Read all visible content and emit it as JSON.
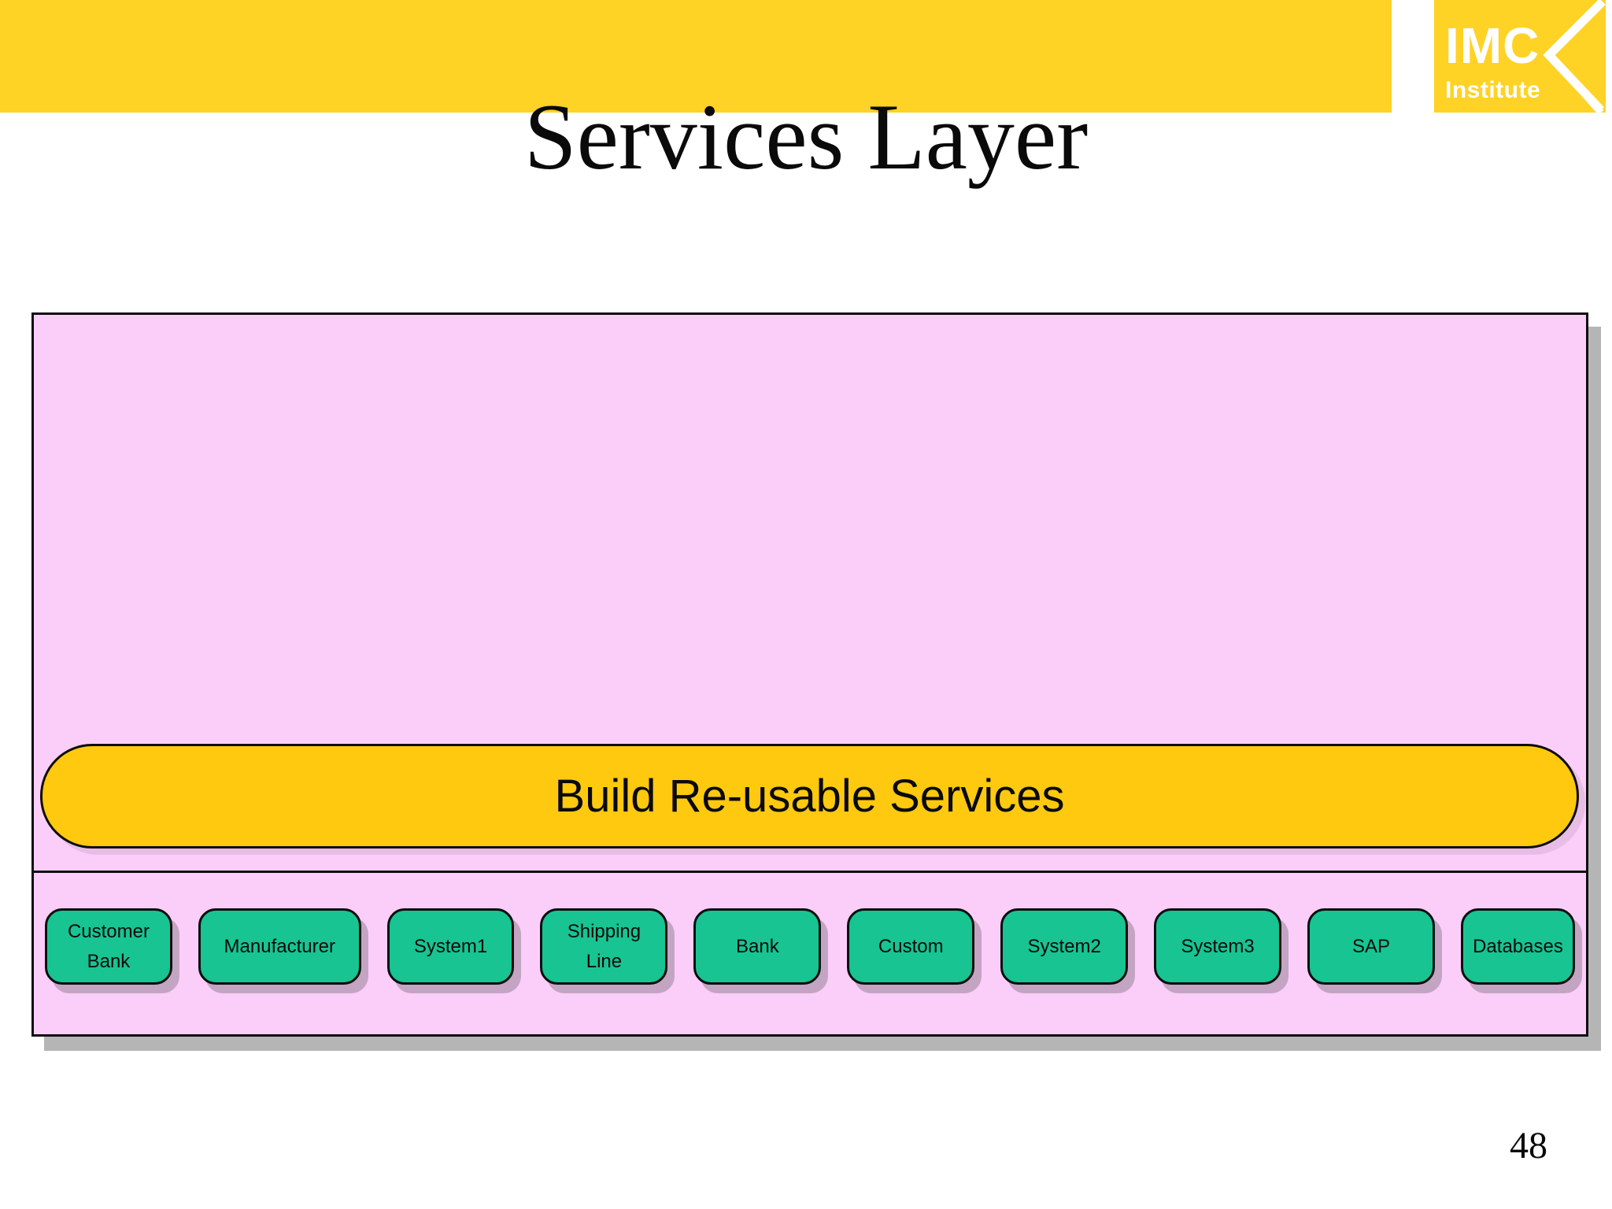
{
  "header": {
    "logo": {
      "line1": "IMC",
      "line2": "Institute"
    }
  },
  "title": "Services Layer",
  "panel": {
    "banner_label": "Build Re-usable Services",
    "services": [
      "Customer Bank",
      "Manufacturer",
      "System1",
      "Shipping Line",
      "Bank",
      "Custom",
      "System2",
      "System3",
      "SAP",
      "Databases"
    ]
  },
  "page_number": "48",
  "colors": {
    "bar_yellow": "#FFD226",
    "banner_yellow": "#FFC90F",
    "panel_pink": "#FBCEF9",
    "service_green": "#17C492",
    "panel_shadow_gray": "#B5B5B5",
    "text_black": "#0D0D0D",
    "logo_white": "#FFFFFF"
  }
}
